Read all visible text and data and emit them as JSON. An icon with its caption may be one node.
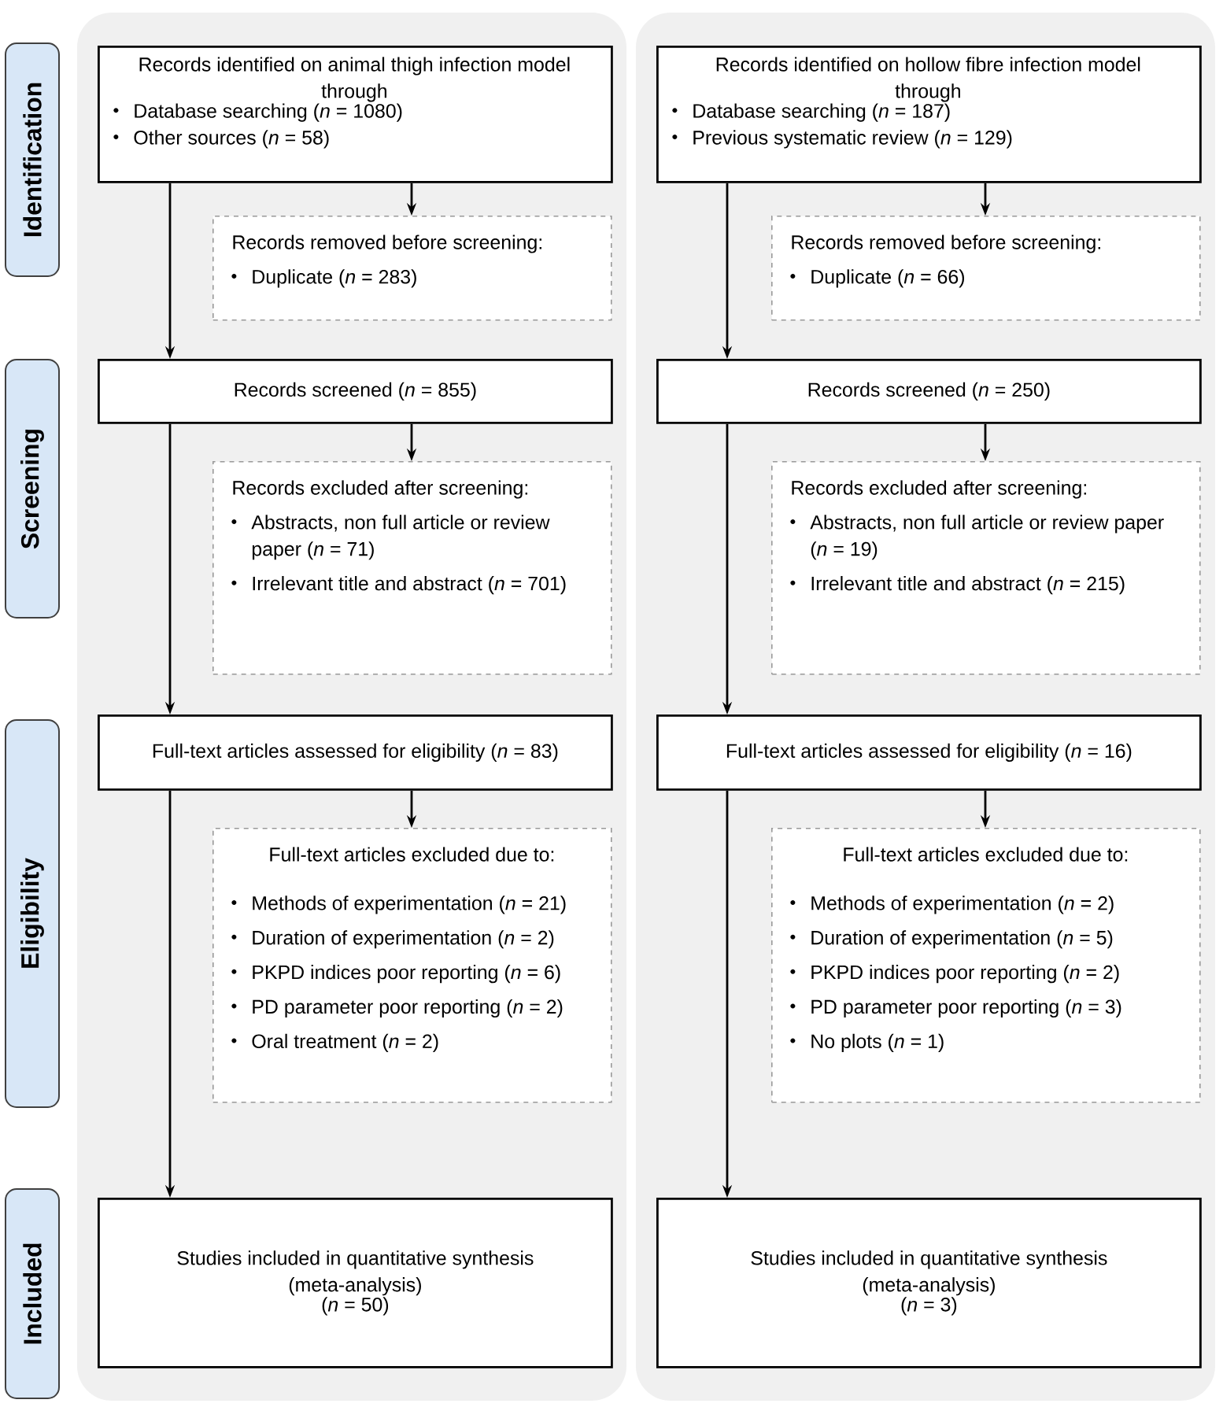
{
  "diagram": {
    "nodes": [
      {
        "text": [
          "Identification"
        ]
      },
      {
        "text": [
          "Screening"
        ]
      },
      {
        "text": [
          "Eligibility"
        ]
      },
      {
        "text": [
          "Included"
        ]
      },
      {
        "text": [
          "Records identified on animal thigh infection model through",
          "Database searching (*n* = 1080)",
          "Other sources (*n* = 58)"
        ]
      },
      {
        "text": [
          "Records removed before screening:",
          "Duplicate (*n* = 283)"
        ]
      },
      {
        "text": [
          "Records screened (*n* = 855)"
        ]
      },
      {
        "text": [
          "Records excluded after screening:",
          "Abstracts, non full article or review paper (*n* = 71)",
          "Irrelevant title and abstract (*n* = 701)"
        ]
      },
      {
        "text": [
          "Full-text articles assessed for eligibility (*n* = 83)"
        ]
      },
      {
        "text": [
          "Full-text articles excluded due to:",
          "Methods of experimentation (*n* = 21)",
          "Duration of experimentation (*n* = 2)",
          "PKPD indices poor reporting (*n* = 6)",
          "PD parameter poor reporting (*n* = 2)",
          "Oral treatment (*n* = 2)"
        ]
      },
      {
        "text": [
          "Studies included in quantitative synthesis (meta-analysis)",
          "(*n* = 50)"
        ]
      },
      {
        "text": [
          "Records identified on hollow fibre infection model through",
          "Database searching (*n* = 187)",
          "Previous systematic review (*n* = 129)"
        ]
      },
      {
        "text": [
          "Records removed before screening:",
          "Duplicate (*n* = 66)"
        ]
      },
      {
        "text": [
          "Records screened (*n* = 250)"
        ]
      },
      {
        "text": [
          "Records excluded after screening:",
          "Abstracts, non full article or review paper (*n* = 19)",
          "Irrelevant title and abstract (*n* = 215)"
        ]
      },
      {
        "text": [
          "Full-text articles assessed for eligibility (*n* = 16)"
        ]
      },
      {
        "text": [
          "Full-text articles excluded due to:",
          "Methods of experimentation (*n* = 2)",
          "Duration of experimentation (*n* = 5)",
          "PKPD indices poor reporting (*n* = 2)",
          "PD parameter poor reporting (*n* = 3)",
          "No plots (*n* = 1)"
        ]
      },
      {
        "text": [
          "Studies included in quantitative synthesis (meta-analysis)",
          "(*n* = 3)"
        ]
      }
    ],
    "edges": [
      {
        "from": 4,
        "to": 6,
        "arrow": "to"
      },
      {
        "from": 4,
        "to": 5,
        "arrow": "to"
      },
      {
        "from": 6,
        "to": 8,
        "arrow": "to"
      },
      {
        "from": 6,
        "to": 7,
        "arrow": "to"
      },
      {
        "from": 8,
        "to": 10,
        "arrow": "to"
      },
      {
        "from": 8,
        "to": 9,
        "arrow": "to"
      },
      {
        "from": 11,
        "to": 13,
        "arrow": "to"
      },
      {
        "from": 11,
        "to": 12,
        "arrow": "to"
      },
      {
        "from": 13,
        "to": 15,
        "arrow": "to"
      },
      {
        "from": 13,
        "to": 14,
        "arrow": "to"
      },
      {
        "from": 15,
        "to": 17,
        "arrow": "to"
      },
      {
        "from": 15,
        "to": 16,
        "arrow": "to"
      }
    ]
  }
}
